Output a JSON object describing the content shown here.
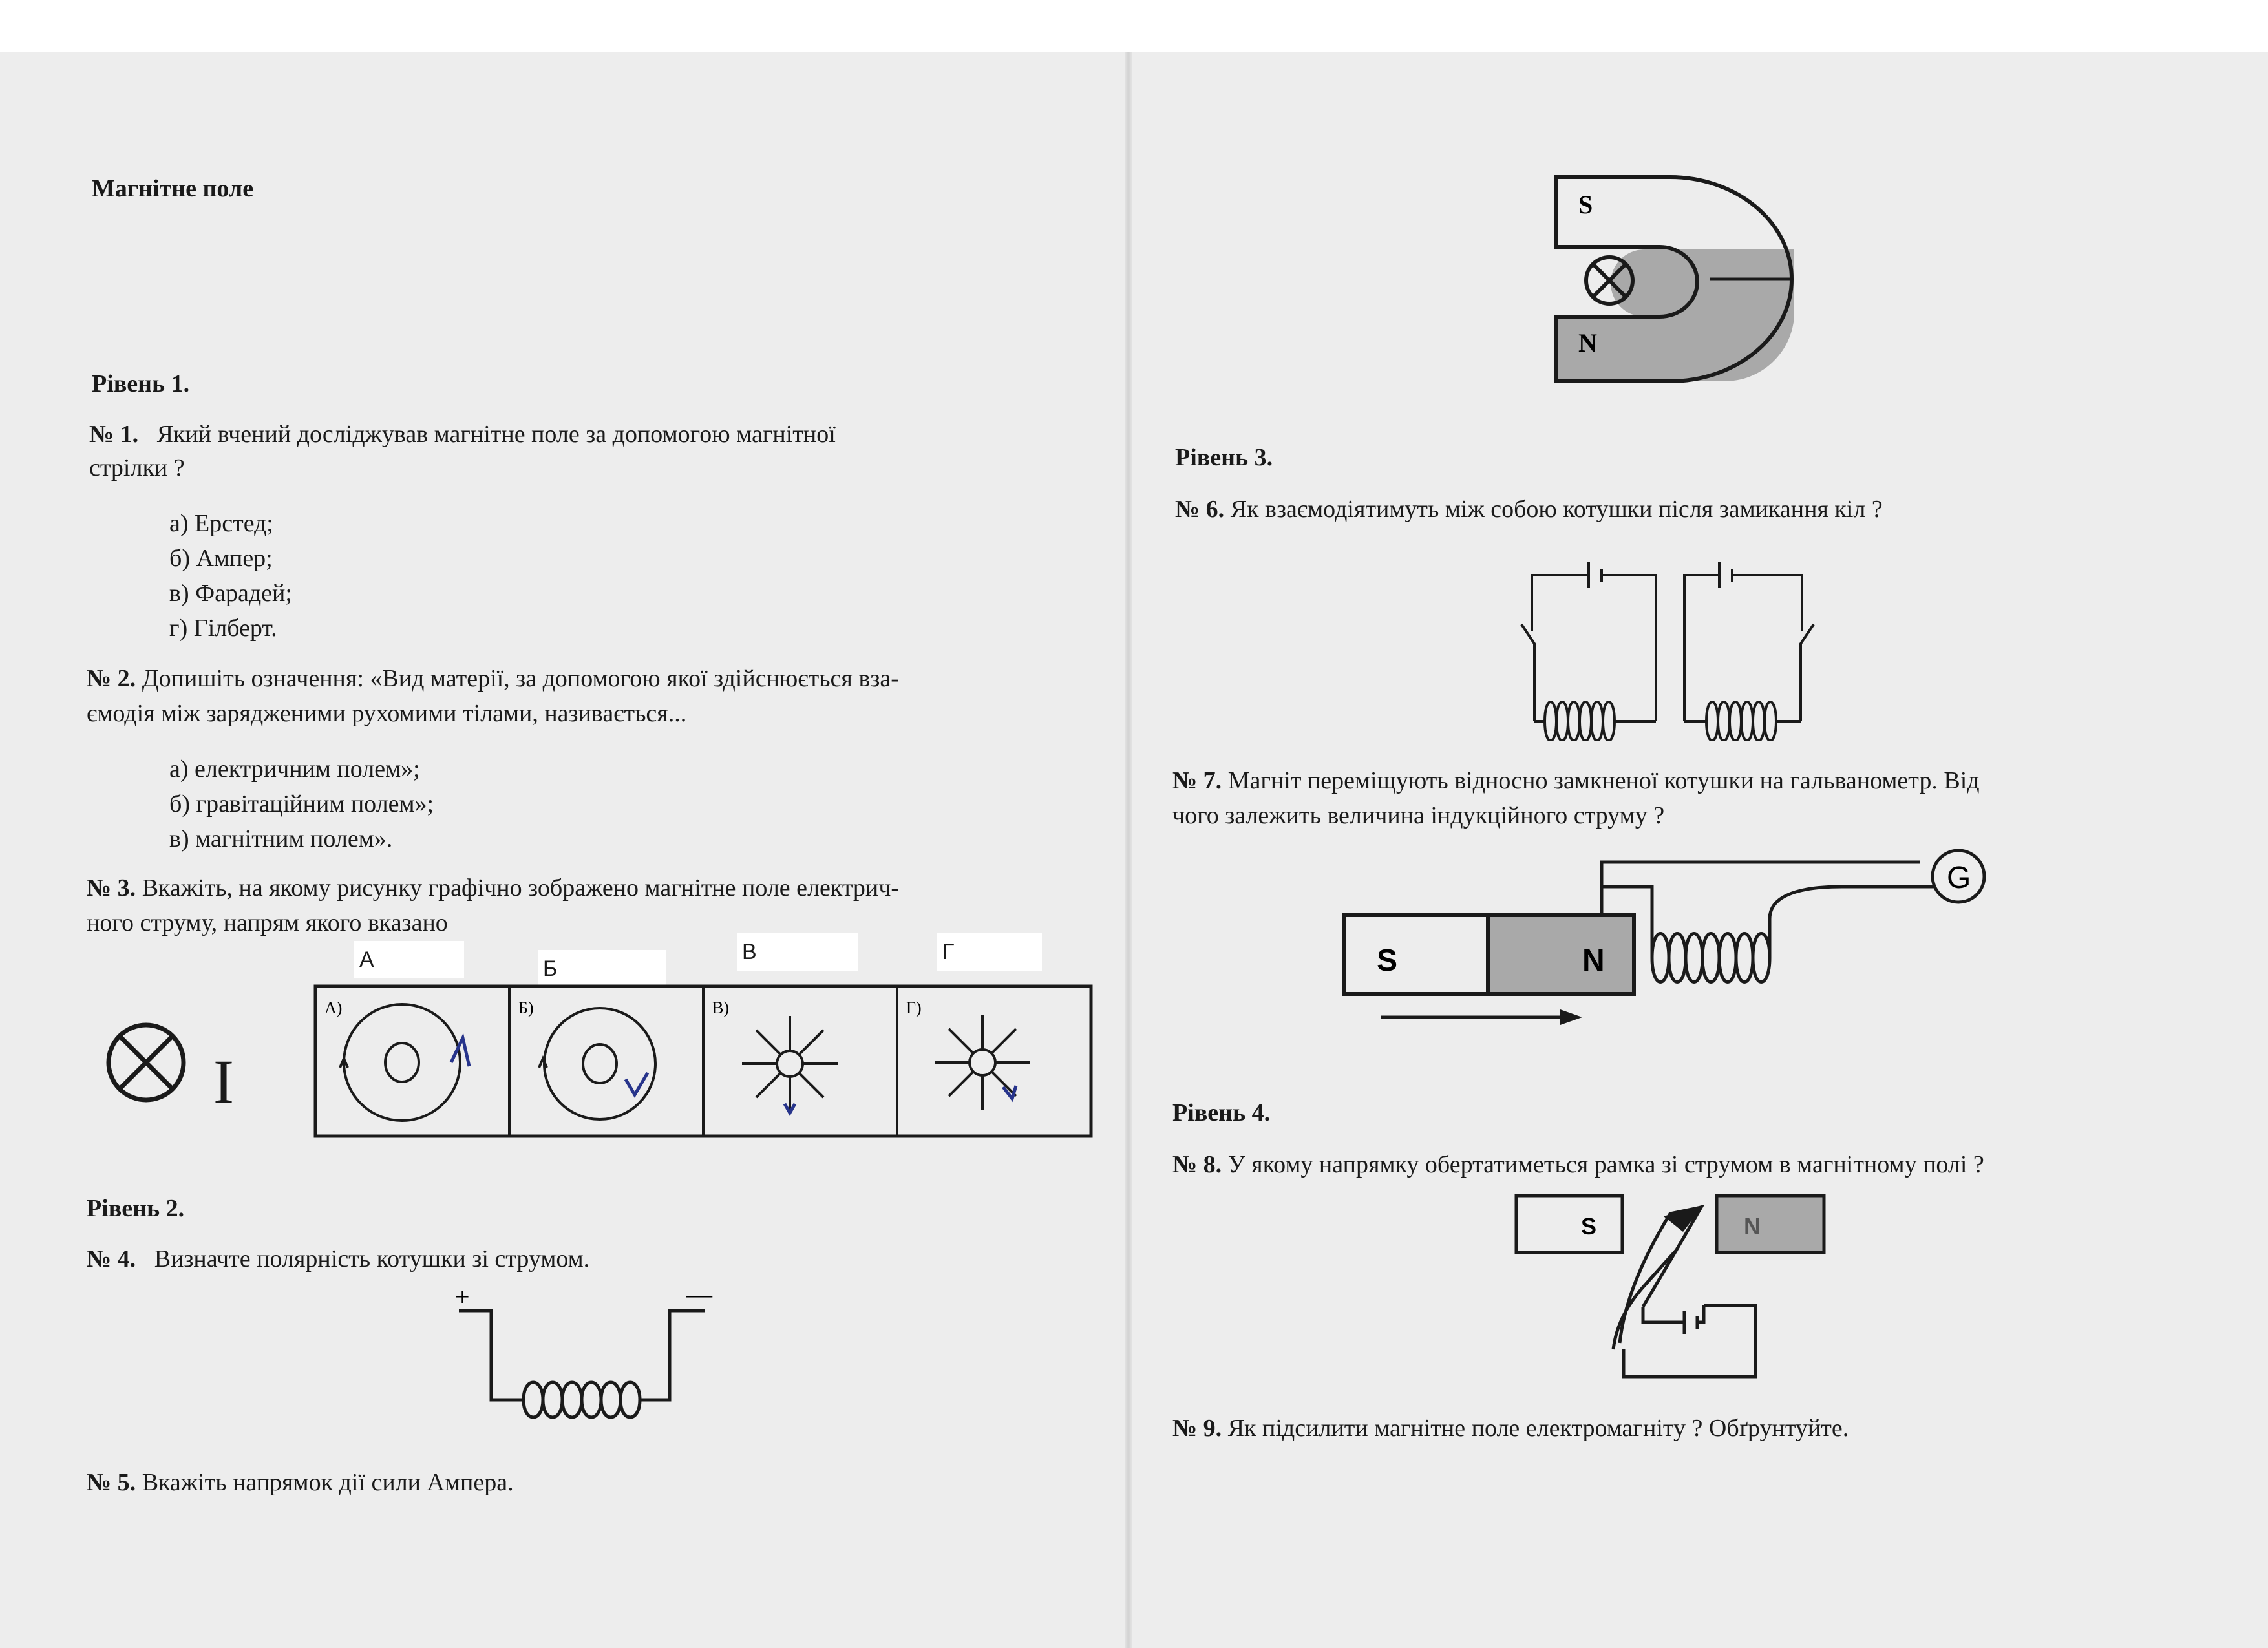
{
  "title": "Магнітне поле",
  "levels": {
    "l1": "Рівень 1.",
    "l2": "Рівень 2.",
    "l3": "Рівень 3.",
    "l4": "Рівень 4."
  },
  "q1": {
    "num": "№ 1.",
    "line1": "Який вчений досліджував магнітне поле за допомогою магнітної",
    "line2": "стрілки ?",
    "options": [
      "а) Ерстед;",
      "б) Ампер;",
      "в) Фарадей;",
      "г) Гілберт."
    ]
  },
  "q2": {
    "num": "№ 2.",
    "line1": "Допишіть означення: «Вид матерії, за допомогою якої здійснюється вза-",
    "line2": "ємодія між зарядженими рухомими тілами, називається...",
    "options": [
      "а) електричним полем»;",
      "б) гравітаційним полем»;",
      "в) магнітним полем»."
    ]
  },
  "q3": {
    "num": "№ 3.",
    "line1": "Вкажіть, на якому рисунку графічно зображено магнітне поле електрич-",
    "line2": "ного струму, напрям якого вказано",
    "current_label": "I",
    "answer_labels": [
      "А",
      "Б",
      "В",
      "Г"
    ],
    "panel_labels": [
      "А)",
      "Б)",
      "В)",
      "Г)"
    ]
  },
  "q4": {
    "num": "№ 4.",
    "text": "Визначте полярність котушки зі струмом.",
    "plus": "+",
    "minus": "—"
  },
  "q5": {
    "num": "№ 5.",
    "text": "Вкажіть напрямок дії сили Ампера."
  },
  "magnet_top": {
    "s": "S",
    "n": "N"
  },
  "q6": {
    "num": "№ 6.",
    "text": "Як взаємодіятимуть між собою котушки після замикання кіл ?"
  },
  "q7": {
    "num": "№ 7.",
    "line1": "Магніт переміщують відносно замкненої котушки на гальванометр. Від",
    "line2": "чого залежить величина індукційного струму ?",
    "s": "S",
    "n": "N",
    "g": "G"
  },
  "q8": {
    "num": "№ 8.",
    "text": "У якому напрямку обертатиметься рамка зі струмом в магнітному полі ?",
    "s": "S",
    "n": "N"
  },
  "q9": {
    "num": "№ 9.",
    "text": "Як підсилити магнітне поле електромагніту ? Обґрунтуйте."
  },
  "colors": {
    "ink": "#1a1a1a",
    "paper": "#ededed",
    "shade": "#a9a9a9",
    "pen": "#27348b"
  }
}
